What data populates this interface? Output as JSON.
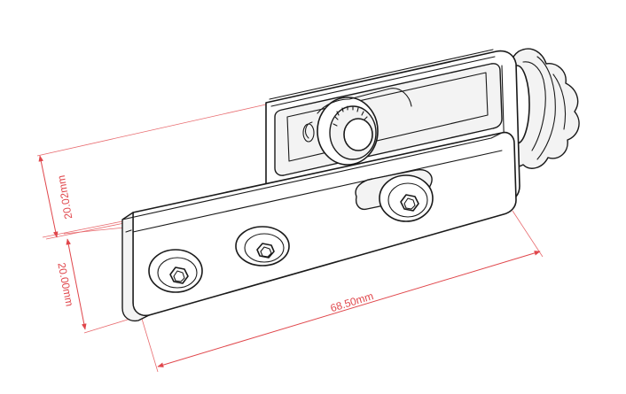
{
  "dimensions": {
    "upper_height": "20.02mm",
    "lower_height": "20.00mm",
    "length": "68.50mm"
  },
  "colors": {
    "dimension": "#e0464b",
    "outline": "#1a1a1a",
    "background": "#ffffff"
  },
  "parts": [
    "l-bracket",
    "tensioner-frame",
    "pulley",
    "star-knob",
    "button-head-screw",
    "slotted-screw"
  ]
}
